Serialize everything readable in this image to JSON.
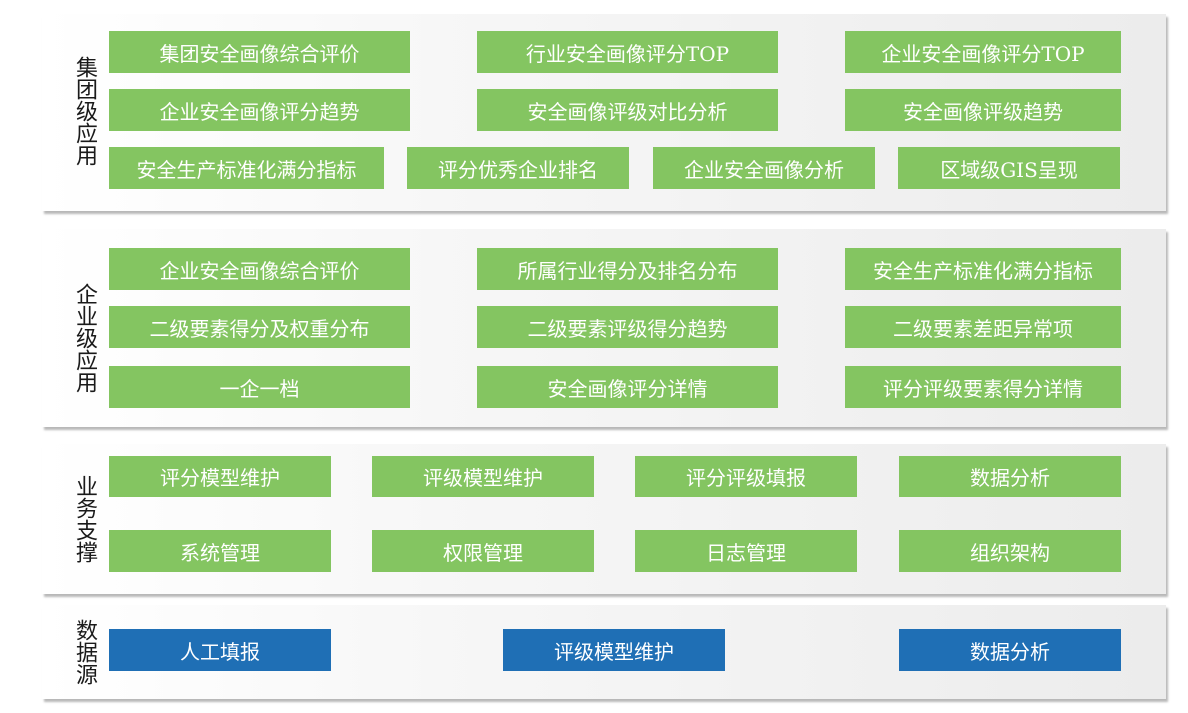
{
  "colors": {
    "green_box": "#84c561",
    "blue_box": "#1f6fb5",
    "box_text": "#ffffff"
  },
  "group_app": {
    "label": "集团级应用",
    "rows": [
      [
        "集团安全画像综合评价",
        "行业安全画像评分TOP",
        "企业安全画像评分TOP"
      ],
      [
        "企业安全画像评分趋势",
        "安全画像评级对比分析",
        "安全画像评级趋势"
      ],
      [
        "安全生产标准化满分指标",
        "评分优秀企业排名",
        "企业安全画像分析",
        "区域级GIS呈现"
      ]
    ]
  },
  "enterprise_app": {
    "label": "企业级应用",
    "rows": [
      [
        "企业安全画像综合评价",
        "所属行业得分及排名分布",
        "安全生产标准化满分指标"
      ],
      [
        "二级要素得分及权重分布",
        "二级要素评级得分趋势",
        "二级要素差距异常项"
      ],
      [
        "一企一档",
        "安全画像评分详情",
        "评分评级要素得分详情"
      ]
    ]
  },
  "business_support": {
    "label": "业务支撑",
    "rows": [
      [
        "评分模型维护",
        "评级模型维护",
        "评分评级填报",
        "数据分析"
      ],
      [
        "系统管理",
        "权限管理",
        "日志管理",
        "组织架构"
      ]
    ]
  },
  "data_source": {
    "label": "数据源",
    "items": [
      "人工填报",
      "评级模型维护",
      "数据分析"
    ]
  }
}
